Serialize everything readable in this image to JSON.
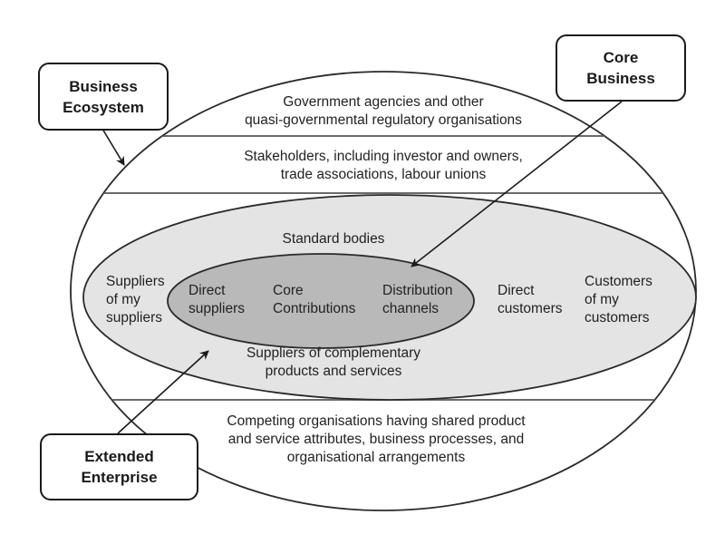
{
  "colors": {
    "outer_fill": "#ffffff",
    "middle_fill": "#e4e4e4",
    "inner_fill": "#b9b9b9",
    "stroke": "#2a2a2a",
    "band_line": "#555555"
  },
  "callouts": {
    "business_ecosystem": [
      "Business",
      "Ecosystem"
    ],
    "core_business": [
      "Core",
      "Business"
    ],
    "extended_enterprise": [
      "Extended",
      "Enterprise"
    ]
  },
  "bands": {
    "government": [
      "Government agencies and other",
      "quasi-governmental regulatory organisations"
    ],
    "stakeholders": [
      "Stakeholders, including investor and owners,",
      "trade associations, labour unions"
    ],
    "competing": [
      "Competing organisations having shared product",
      "and service attributes, business processes, and",
      "organisational arrangements"
    ]
  },
  "extended": {
    "standard_bodies": "Standard bodies",
    "suppliers_of_suppliers": [
      "Suppliers",
      "of my",
      "suppliers"
    ],
    "direct_customers": [
      "Direct",
      "customers"
    ],
    "customers_of_customers": [
      "Customers",
      "of my",
      "customers"
    ],
    "complementary": [
      "Suppliers of complementary",
      "products and services"
    ]
  },
  "core": {
    "direct_suppliers": [
      "Direct",
      "suppliers"
    ],
    "core_contributions": [
      "Core",
      "Contributions"
    ],
    "distribution_channels": [
      "Distribution",
      "channels"
    ]
  }
}
